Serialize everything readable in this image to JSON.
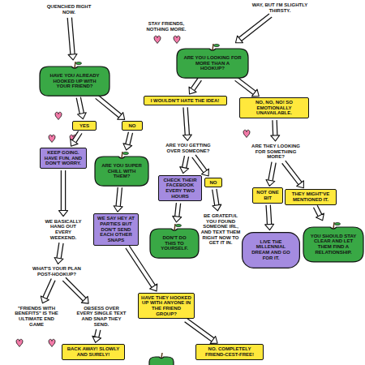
{
  "diagram": {
    "nodes": [
      {
        "text": [
          "QUENCHED RIGHT NOW."
        ]
      },
      {
        "text": [
          "WAY, BUT I'M SLIGHTLY THIRSTY."
        ]
      },
      {
        "text": [
          "STAY FRIENDS, NOTHING MORE."
        ]
      },
      {
        "text": [
          "ARE YOU LOOKING FOR MORE THAN A HOOKUP?"
        ]
      },
      {
        "text": [
          "HAVE YOU ALREADY HOOKED UP WITH YOUR FRIEND?"
        ]
      },
      {
        "text": [
          "I WOULDN'T HATE THE IDEA!"
        ]
      },
      {
        "text": [
          "NO, NO, NO! SO EMOTIONALLY UNAVAILABLE."
        ]
      },
      {
        "text": [
          "YES"
        ]
      },
      {
        "text": [
          "NO"
        ]
      },
      {
        "text": [
          "KEEP GOING. HAVE FUN, AND DON'T WORRY."
        ]
      },
      {
        "text": [
          "ARE YOU SUPER CHILL WITH THEM?"
        ]
      },
      {
        "text": [
          "ARE YOU GETTING OVER SOMEONE?"
        ]
      },
      {
        "text": [
          "ARE THEY LOOKING FOR SOMETHING MORE?"
        ]
      },
      {
        "text": [
          "CHECK THEIR FACEBOOK EVERY TWO HOURS"
        ]
      },
      {
        "text": [
          "NO"
        ]
      },
      {
        "text": [
          "NOT ONE BIT"
        ]
      },
      {
        "text": [
          "THEY MIGHT'VE MENTIONED IT."
        ]
      },
      {
        "text": [
          "WE BASICALLY HANG OUT EVERY WEEKEND."
        ]
      },
      {
        "text": [
          "WE SAY HEY AT PARTIES BUT DON'T SEND EACH OTHER SNAPS"
        ]
      },
      {
        "text": [
          "BE GRATEFUL YOU FOUND SOMEONE IRL, AND TEXT THEM RIGHT NOW TO GET IT IN."
        ]
      },
      {
        "text": [
          "DON'T DO THIS TO YOURSELF."
        ]
      },
      {
        "text": [
          "LIVE THE MILLENNIAL DREAM AND GO FOR IT."
        ]
      },
      {
        "text": [
          "YOU SHOULD STAY CLEAR AND LET THEM FIND A RELATIONSHIP."
        ]
      },
      {
        "text": [
          "WHAT'S YOUR PLAN POST-HOOKUP?"
        ]
      },
      {
        "text": [
          "HAVE THEY HOOKED UP WITH ANYONE IN THE FRIEND GROUP?"
        ]
      },
      {
        "text": [
          "\"FRIENDS WITH BENEFITS\" IS THE ULTIMATE END GAME"
        ]
      },
      {
        "text": [
          "OBSESS OVER EVERY SINGLE TEXT AND SNAP THEY SEND."
        ]
      },
      {
        "text": [
          "BACK AWAY! SLOWLY AND SURELY!"
        ]
      },
      {
        "text": [
          "NO. COMPLETELY FRIEND-CEST-FREE!"
        ]
      }
    ],
    "edges": [
      {
        "from": 0,
        "to": 4,
        "arrow": "to"
      },
      {
        "from": 1,
        "to": 3,
        "arrow": "to"
      },
      {
        "from": 4,
        "to": 7,
        "arrow": "to"
      },
      {
        "from": 4,
        "to": 8,
        "arrow": "to"
      },
      {
        "from": 7,
        "to": 9,
        "arrow": "to"
      },
      {
        "from": 8,
        "to": 10,
        "arrow": "to"
      },
      {
        "from": 3,
        "to": 5,
        "arrow": "to"
      },
      {
        "from": 3,
        "to": 6,
        "arrow": "to"
      },
      {
        "from": 5,
        "to": 11,
        "arrow": "to"
      },
      {
        "from": 6,
        "to": 12,
        "arrow": "to"
      },
      {
        "from": 11,
        "to": 13,
        "arrow": "to"
      },
      {
        "from": 11,
        "to": 14,
        "arrow": "to"
      },
      {
        "from": 13,
        "to": 20,
        "arrow": "to"
      },
      {
        "from": 14,
        "to": 19,
        "arrow": "to"
      },
      {
        "from": 12,
        "to": 15,
        "arrow": "to"
      },
      {
        "from": 12,
        "to": 16,
        "arrow": "to"
      },
      {
        "from": 15,
        "to": 21,
        "arrow": "to"
      },
      {
        "from": 16,
        "to": 22,
        "arrow": "to"
      },
      {
        "from": 9,
        "to": 17,
        "arrow": "to"
      },
      {
        "from": 10,
        "to": 18,
        "arrow": "to"
      },
      {
        "from": 17,
        "to": 23,
        "arrow": "to"
      },
      {
        "from": 23,
        "to": 25,
        "arrow": "to"
      },
      {
        "from": 23,
        "to": 26,
        "arrow": "to"
      },
      {
        "from": 26,
        "to": 27,
        "arrow": "to"
      },
      {
        "from": 18,
        "to": 24,
        "arrow": "to"
      },
      {
        "from": 24,
        "to": 28,
        "arrow": "to"
      }
    ]
  }
}
